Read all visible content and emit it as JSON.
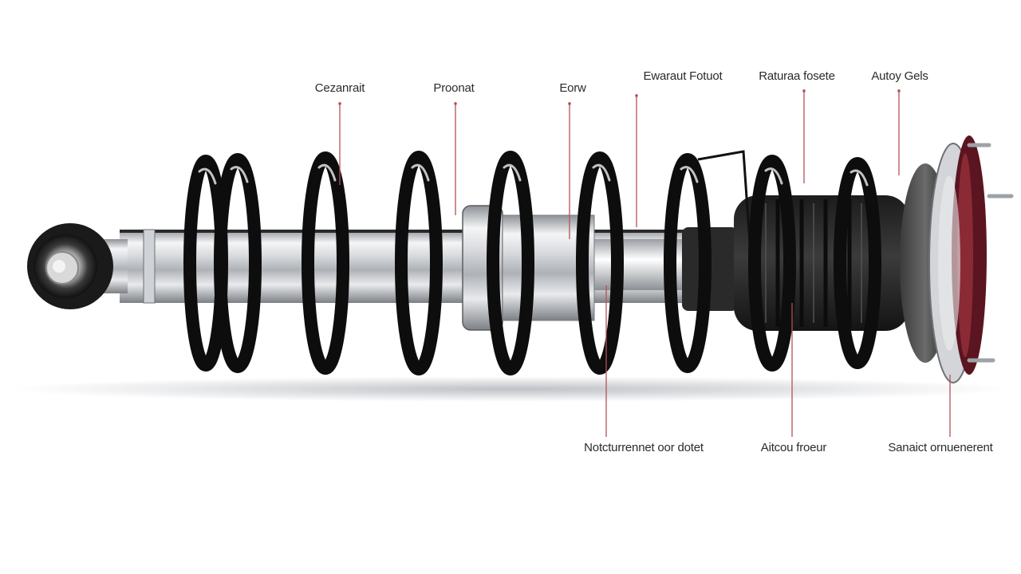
{
  "diagram": {
    "top_labels": [
      "Cezanrait",
      "Proonat",
      "Eorw",
      "Ewaraut Fotuot",
      "Raturaa fosete",
      "Autoy Gels"
    ],
    "bottom_labels": [
      "Notcturrennet oor dotet",
      "Aitcou froeur",
      "Sanaict ornuenerent"
    ],
    "colors": {
      "leader_line": "#b5505a",
      "coil": "#0d0d0d",
      "chrome": "#c9ccd0",
      "mount_accent": "#7a1e28",
      "label_text": "#2b2b2b"
    }
  }
}
